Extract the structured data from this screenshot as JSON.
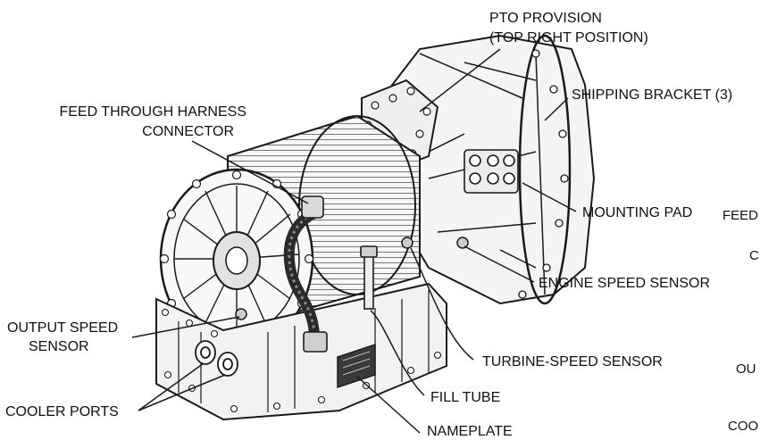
{
  "labels": {
    "pto_provision": "PTO PROVISION",
    "pto_position": "(TOP RIGHT POSITION)",
    "shipping_bracket": "SHIPPING BRACKET (3)",
    "feed_through_1": "FEED THROUGH HARNESS",
    "feed_through_2": "CONNECTOR",
    "mounting_pad": "MOUNTING PAD",
    "engine_speed_sensor": "ENGINE SPEED SENSOR",
    "turbine_speed_sensor": "TURBINE-SPEED SENSOR",
    "output_speed_1": "OUTPUT SPEED",
    "output_speed_2": "SENSOR",
    "cooler_ports": "COOLER PORTS",
    "fill_tube": "FILL TUBE",
    "nameplate": "NAMEPLATE"
  },
  "clipped_fragments": {
    "feed": "FEED",
    "c": "C",
    "ou": "OU",
    "coo": "COO"
  },
  "colors": {
    "ink": "#111111",
    "line": "#1a1a1a",
    "fill_light": "#f4f4f4",
    "fill_mid": "#d9d9d9",
    "fill_dark": "#3a3a3a"
  }
}
